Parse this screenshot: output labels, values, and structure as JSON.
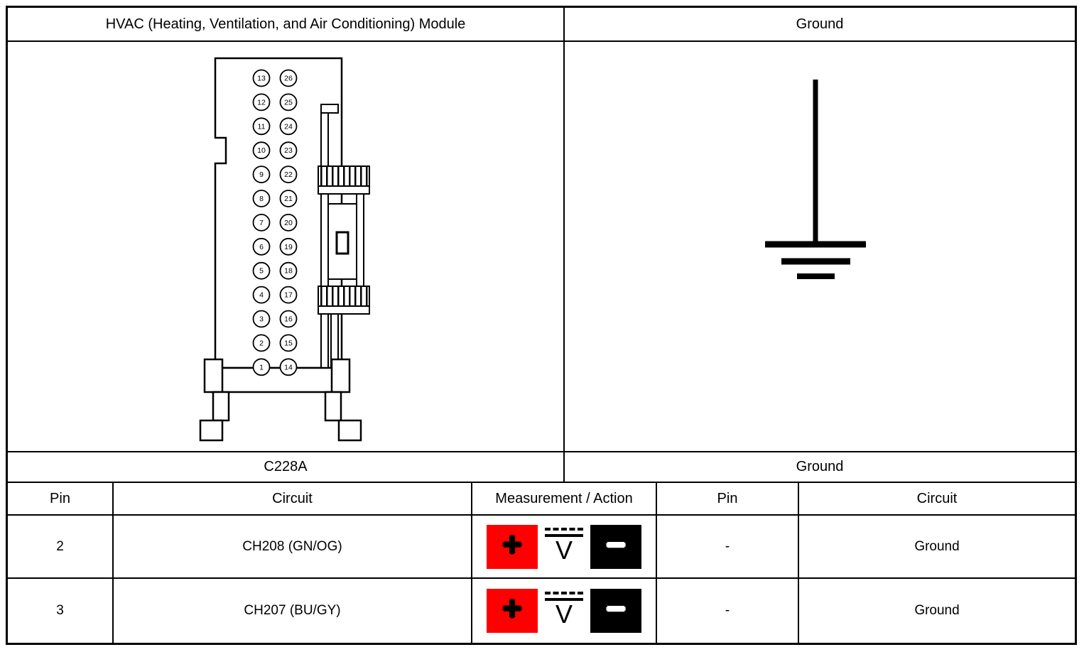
{
  "top": {
    "left_title": "HVAC (Heating, Ventilation, and Air Conditioning) Module",
    "right_title": "Ground"
  },
  "connector": {
    "label": "C228A",
    "left_pins": [
      "13",
      "12",
      "11",
      "10",
      "9",
      "8",
      "7",
      "6",
      "5",
      "4",
      "3",
      "2",
      "1"
    ],
    "right_pins": [
      "26",
      "25",
      "24",
      "23",
      "22",
      "21",
      "20",
      "19",
      "18",
      "17",
      "16",
      "15",
      "14"
    ]
  },
  "ground": {
    "label": "Ground"
  },
  "table": {
    "headers": [
      "Pin",
      "Circuit",
      "Measurement / Action",
      "Pin",
      "Circuit"
    ],
    "rows": [
      {
        "pin_left": "2",
        "circuit_left": "CH208 (GN/OG)",
        "pin_right": "-",
        "circuit_right": "Ground"
      },
      {
        "pin_left": "3",
        "circuit_left": "CH207 (BU/GY)",
        "pin_right": "-",
        "circuit_right": "Ground"
      }
    ]
  },
  "icons": {
    "positive": "+",
    "voltage": "V",
    "negative": "−",
    "positive_color": "#ff0000",
    "negative_color": "#000000"
  }
}
